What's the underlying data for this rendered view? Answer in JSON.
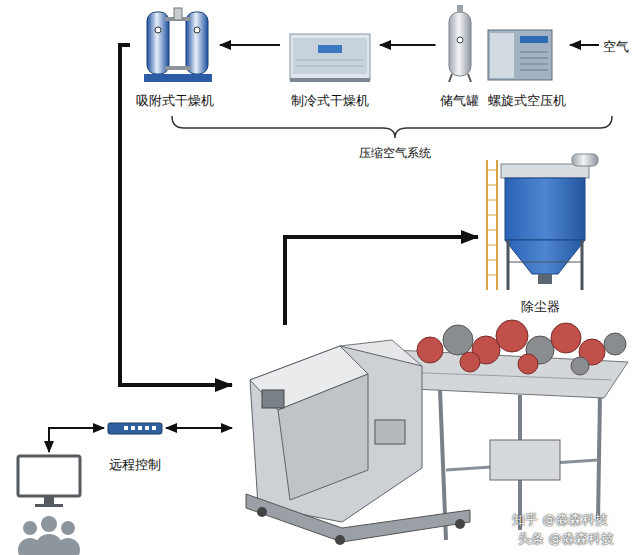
{
  "diagram": {
    "nodes": [
      {
        "text": [
          "吸附式干燥机"
        ]
      },
      {
        "text": [
          "制冷式干燥机"
        ]
      },
      {
        "text": [
          "储气罐"
        ]
      },
      {
        "text": [
          "螺旋式空压机"
        ]
      },
      {
        "text": [
          "空气"
        ]
      },
      {
        "text": [
          "除尘器"
        ]
      },
      {
        "text": []
      },
      {
        "text": []
      },
      {
        "text": [
          "远程控制"
        ]
      }
    ],
    "edges": [
      {
        "from": 4,
        "to": 3,
        "arrow": "to"
      },
      {
        "from": 2,
        "to": 1,
        "arrow": "to"
      },
      {
        "from": 1,
        "to": 0,
        "arrow": "to"
      },
      {
        "from": 0,
        "to": 6,
        "arrow": "to"
      },
      {
        "from": 6,
        "to": 5,
        "arrow": "to"
      },
      {
        "from": 7,
        "to": 8,
        "arrow": "both"
      },
      {
        "from": 8,
        "to": 6,
        "arrow": "both"
      }
    ],
    "labels": [
      "压缩空气系统",
      "知乎 @淼森科技",
      "头条 @淼森科技"
    ]
  }
}
